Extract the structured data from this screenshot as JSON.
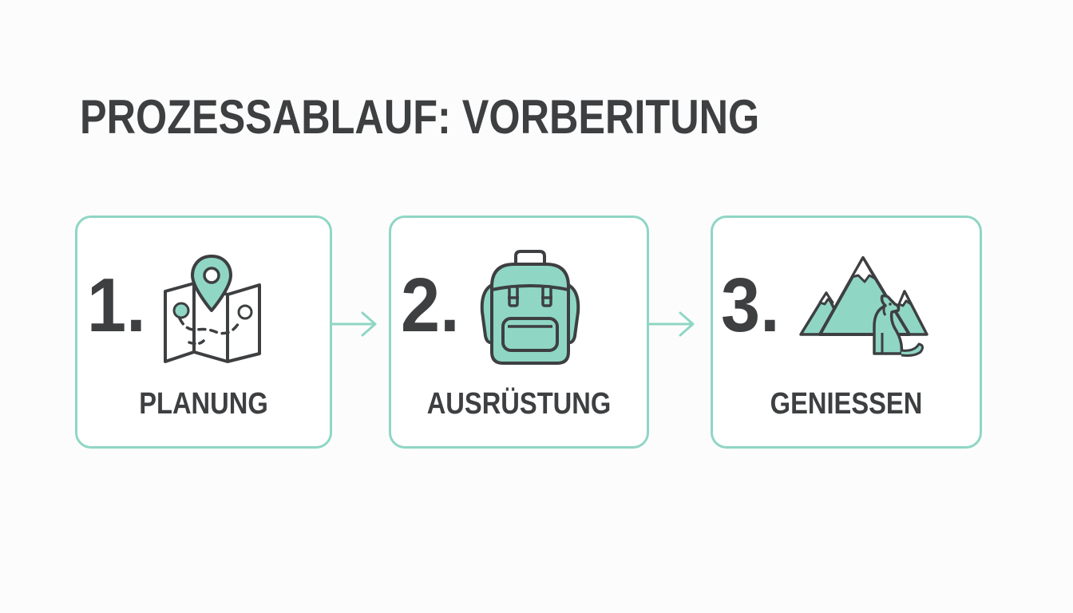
{
  "title": "PROZESSABLAUF: VORBERITUNG",
  "colors": {
    "accent": "#8fd6c5",
    "icon_fill": "#8fd6c5",
    "text": "#3d3f41"
  },
  "steps": [
    {
      "number": "1.",
      "label": "PLANUNG",
      "icon": "map-pin-icon"
    },
    {
      "number": "2.",
      "label": "AUSRÜSTUNG",
      "icon": "backpack-icon"
    },
    {
      "number": "3.",
      "label": "GENIESSEN",
      "icon": "mountain-dog-icon"
    }
  ]
}
